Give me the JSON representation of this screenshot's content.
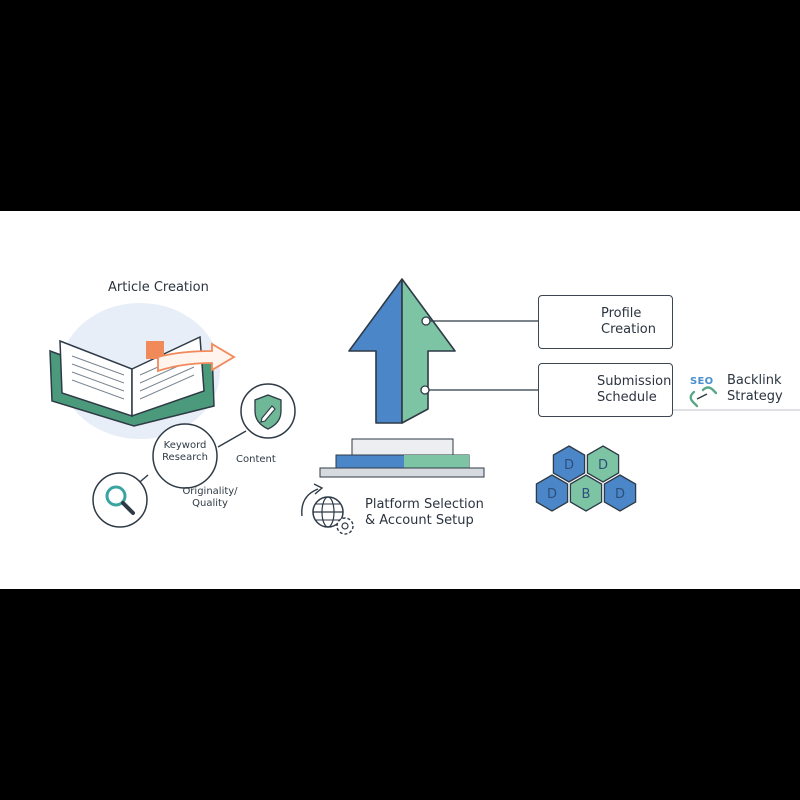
{
  "labels": {
    "article_creation": "Article Creation",
    "keyword_research": "Keyword\nResearch",
    "content": "Content",
    "originality": "Originality/\nQuality",
    "platform_setup": "Platform Selection\n& Account Setup",
    "profile_creation": "Profile\nCreation",
    "submission_schedule": "Submission\nSchedule",
    "backlink_strategy": "Backlink\nStrategy",
    "seo": "SEO"
  },
  "hex_letters": [
    "D",
    "D",
    "D",
    "B",
    "D"
  ],
  "colors": {
    "blue": "#4a86c8",
    "green": "#7cc4a4",
    "dark_stroke": "#2e3a46",
    "book_green": "#5aa88a",
    "accent_orange": "#f08a5a",
    "magnifier_teal": "#3aa5a0"
  },
  "icons": [
    "book-icon",
    "arrow-right-icon",
    "shield-pencil-icon",
    "magnifier-icon",
    "globe-gear-icon",
    "user-gear-icon",
    "calendar-icon",
    "link-icon",
    "hexagon-cluster-icon",
    "upload-arrow-icon"
  ]
}
